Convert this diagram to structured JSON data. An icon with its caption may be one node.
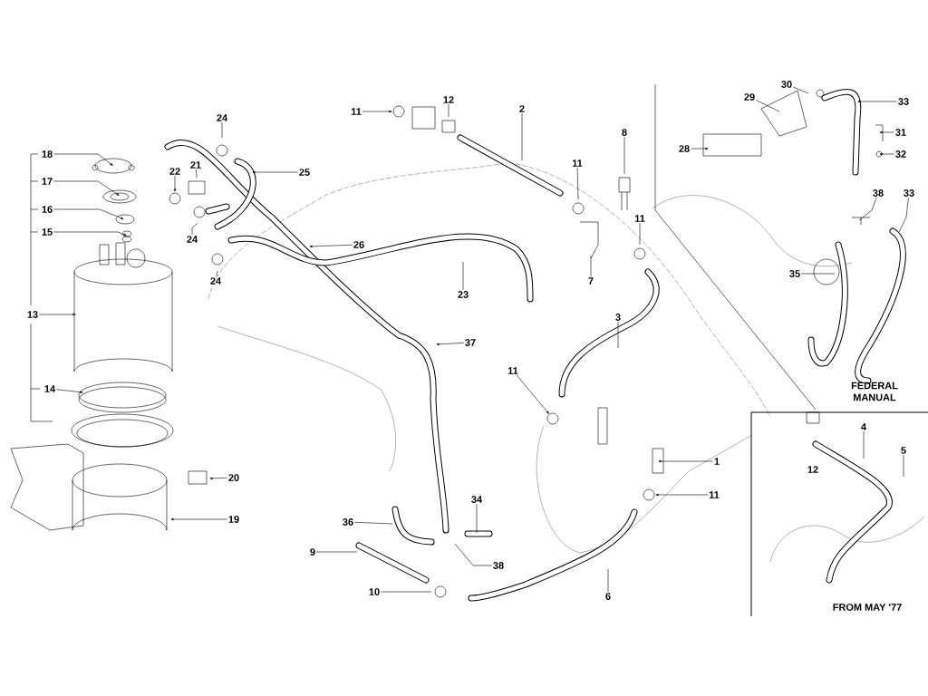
{
  "diagram": {
    "nodes": [
      {
        "text": [
          "18"
        ]
      },
      {
        "text": [
          "17"
        ]
      },
      {
        "text": [
          "16"
        ]
      },
      {
        "text": [
          "15"
        ]
      },
      {
        "text": [
          "13"
        ]
      },
      {
        "text": [
          "14"
        ]
      },
      {
        "text": [
          "24"
        ]
      },
      {
        "text": [
          "22"
        ]
      },
      {
        "text": [
          "21"
        ]
      },
      {
        "text": [
          "25"
        ]
      },
      {
        "text": [
          "24"
        ]
      },
      {
        "text": [
          "24"
        ]
      },
      {
        "text": [
          "11"
        ]
      },
      {
        "text": [
          "12"
        ]
      },
      {
        "text": [
          "2"
        ]
      },
      {
        "text": [
          "8"
        ]
      },
      {
        "text": [
          "11"
        ]
      },
      {
        "text": [
          "11"
        ]
      },
      {
        "text": [
          "7"
        ]
      },
      {
        "text": [
          "26"
        ]
      },
      {
        "text": [
          "23"
        ]
      },
      {
        "text": [
          "37"
        ]
      },
      {
        "text": [
          "3"
        ]
      },
      {
        "text": [
          "11"
        ]
      },
      {
        "text": [
          "1"
        ]
      },
      {
        "text": [
          "11"
        ]
      },
      {
        "text": [
          "36"
        ]
      },
      {
        "text": [
          "34"
        ]
      },
      {
        "text": [
          "38"
        ]
      },
      {
        "text": [
          "9"
        ]
      },
      {
        "text": [
          "10"
        ]
      },
      {
        "text": [
          "6"
        ]
      },
      {
        "text": [
          "20"
        ]
      },
      {
        "text": [
          "19"
        ]
      },
      {
        "text": [
          "30"
        ]
      },
      {
        "text": [
          "29"
        ]
      },
      {
        "text": [
          "33"
        ]
      },
      {
        "text": [
          "31"
        ]
      },
      {
        "text": [
          "32"
        ]
      },
      {
        "text": [
          "28"
        ]
      },
      {
        "text": [
          "38"
        ]
      },
      {
        "text": [
          "33"
        ]
      },
      {
        "text": [
          "35"
        ]
      },
      {
        "text": [
          "4"
        ]
      },
      {
        "text": [
          "5"
        ]
      }
    ],
    "edges": [
      {
        "from": 0,
        "to": null,
        "arrow": "to"
      },
      {
        "from": 1,
        "to": null,
        "arrow": "to"
      },
      {
        "from": 2,
        "to": null,
        "arrow": "to"
      },
      {
        "from": 3,
        "to": null,
        "arrow": "to"
      },
      {
        "from": 4,
        "to": null,
        "arrow": "to"
      },
      {
        "from": 5,
        "to": null,
        "arrow": "to"
      },
      {
        "from": 6,
        "to": null,
        "arrow": "none"
      },
      {
        "from": 7,
        "to": null,
        "arrow": "to"
      },
      {
        "from": 8,
        "to": null,
        "arrow": "none"
      },
      {
        "from": 9,
        "to": null,
        "arrow": "to"
      },
      {
        "from": 10,
        "to": null,
        "arrow": "none"
      },
      {
        "from": 11,
        "to": null,
        "arrow": "none"
      },
      {
        "from": 12,
        "to": null,
        "arrow": "to"
      },
      {
        "from": 13,
        "to": null,
        "arrow": "none"
      },
      {
        "from": 14,
        "to": null,
        "arrow": "none"
      },
      {
        "from": 15,
        "to": null,
        "arrow": "none"
      },
      {
        "from": 16,
        "to": null,
        "arrow": "none"
      },
      {
        "from": 17,
        "to": null,
        "arrow": "none"
      },
      {
        "from": 18,
        "to": null,
        "arrow": "none"
      },
      {
        "from": 19,
        "to": null,
        "arrow": "to"
      },
      {
        "from": 20,
        "to": null,
        "arrow": "none"
      },
      {
        "from": 21,
        "to": null,
        "arrow": "to"
      },
      {
        "from": 22,
        "to": null,
        "arrow": "none"
      },
      {
        "from": 23,
        "to": null,
        "arrow": "to"
      },
      {
        "from": 24,
        "to": null,
        "arrow": "to"
      },
      {
        "from": 25,
        "to": null,
        "arrow": "to"
      },
      {
        "from": 26,
        "to": null,
        "arrow": "none"
      },
      {
        "from": 27,
        "to": null,
        "arrow": "none"
      },
      {
        "from": 28,
        "to": null,
        "arrow": "none"
      },
      {
        "from": 29,
        "to": null,
        "arrow": "none"
      },
      {
        "from": 30,
        "to": null,
        "arrow": "none"
      },
      {
        "from": 31,
        "to": null,
        "arrow": "none"
      },
      {
        "from": 32,
        "to": null,
        "arrow": "to"
      },
      {
        "from": 33,
        "to": null,
        "arrow": "to"
      },
      {
        "from": 34,
        "to": null,
        "arrow": "none"
      },
      {
        "from": 35,
        "to": null,
        "arrow": "none"
      },
      {
        "from": 36,
        "to": null,
        "arrow": "to"
      },
      {
        "from": 37,
        "to": null,
        "arrow": "to"
      },
      {
        "from": 38,
        "to": null,
        "arrow": "to"
      },
      {
        "from": 39,
        "to": null,
        "arrow": "to"
      },
      {
        "from": 40,
        "to": null,
        "arrow": "none"
      },
      {
        "from": 41,
        "to": null,
        "arrow": "none"
      },
      {
        "from": 42,
        "to": null,
        "arrow": "none"
      },
      {
        "from": 43,
        "to": null,
        "arrow": "none"
      },
      {
        "from": 44,
        "to": null,
        "arrow": "none"
      }
    ],
    "labels": [
      "FEDERAL MANUAL",
      "12",
      "FROM MAY '77"
    ]
  }
}
